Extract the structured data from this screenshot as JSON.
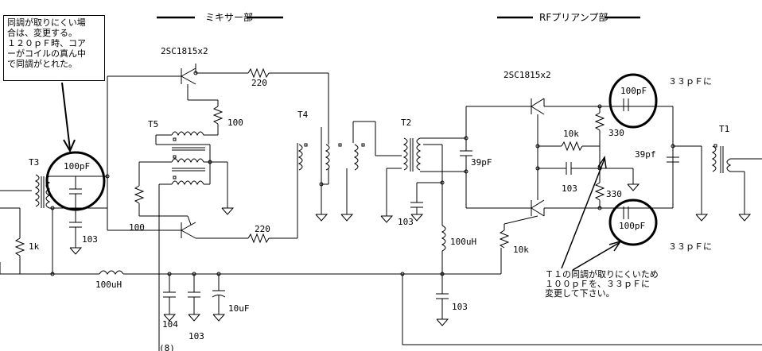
{
  "headers": {
    "mixer": "ミキサー部",
    "rf_preamp": "RFプリアンプ部"
  },
  "note_top_left": [
    "同調が取りにくい場",
    "合は、変更する。",
    "１２０ｐＦ時、コア",
    "ーがコイルの真ん中",
    "で同調がとれた。"
  ],
  "note_bottom_right": [
    "Ｔ１の同調が取りにくいため",
    "１００ｐＦを、３３ｐＦに",
    "変更して下さい。"
  ],
  "labels": {
    "mixer_transistor": "2SC1815x2",
    "rf_transistor": "2SC1815x2",
    "T1": "T1",
    "T2": "T2",
    "T3": "T3",
    "T4": "T4",
    "T5": "T5",
    "r_220_top": "220",
    "r_220_bottom": "220",
    "r_100_top": "100",
    "r_100_left": "100",
    "r_1k": "1k",
    "r_10k_mid": "10k",
    "r_10k_low": "10k",
    "r_330_top": "330",
    "r_330_bottom": "330",
    "c_103_left": "103",
    "c_103_t2": "103",
    "c_103_rf": "103",
    "c_103_bottom": "103",
    "c_103_bottom2": "103",
    "c_104": "104",
    "c_10uF": "10uF",
    "c_39pF_mid": "39pF",
    "c_39pf_right": "39pf",
    "c_100pF_t3": "100pF",
    "c_100pF_top": "100pF",
    "c_100pF_bottom": "100pF",
    "l_100uH_left": "100uH",
    "l_100uH_mid": "100uH",
    "change_33pF_top": "３３ｐＦに",
    "change_33pF_bottom": "３３ｐＦに",
    "edge_label": "(8)"
  }
}
